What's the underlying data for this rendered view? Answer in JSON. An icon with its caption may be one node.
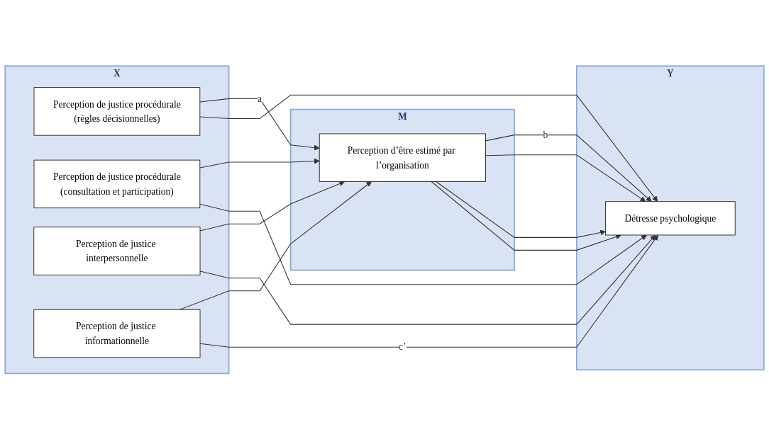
{
  "diagram": {
    "nodes": [
      {
        "text": [
          "X"
        ]
      },
      {
        "text": [
          "Perception de justice procédurale",
          "(règles décisionnelles)"
        ],
        "in": 0
      },
      {
        "text": [
          "Perception de justice procédurale",
          "(consultation et participation)"
        ],
        "in": 0
      },
      {
        "text": [
          "Perception de justice interpersonnelle"
        ],
        "in": 0
      },
      {
        "text": [
          "Perception de justice informationnelle"
        ],
        "in": 0
      },
      {
        "text": [
          "M"
        ]
      },
      {
        "text": [
          "Perception d’être estimé par l’organisation"
        ],
        "in": 5
      },
      {
        "text": [
          "Y"
        ]
      },
      {
        "text": [
          "Détresse psychologique"
        ],
        "in": 7
      }
    ],
    "edges": [
      {
        "from": 1,
        "to": 6,
        "arrow": "to",
        "label": "a"
      },
      {
        "from": 2,
        "to": 6,
        "arrow": "to"
      },
      {
        "from": 3,
        "to": 6,
        "arrow": "to"
      },
      {
        "from": 4,
        "to": 6,
        "arrow": "to"
      },
      {
        "from": 6,
        "to": 8,
        "arrow": "to",
        "label": "b"
      },
      {
        "from": 6,
        "to": 8,
        "arrow": "to"
      },
      {
        "from": 6,
        "to": 8,
        "arrow": "to"
      },
      {
        "from": 6,
        "to": 8,
        "arrow": "to"
      },
      {
        "from": 4,
        "to": 8,
        "arrow": "to",
        "label": "c’"
      },
      {
        "from": 3,
        "to": 8,
        "arrow": "to"
      },
      {
        "from": 2,
        "to": 8,
        "arrow": "to"
      },
      {
        "from": 1,
        "to": 8,
        "arrow": "to"
      }
    ]
  }
}
